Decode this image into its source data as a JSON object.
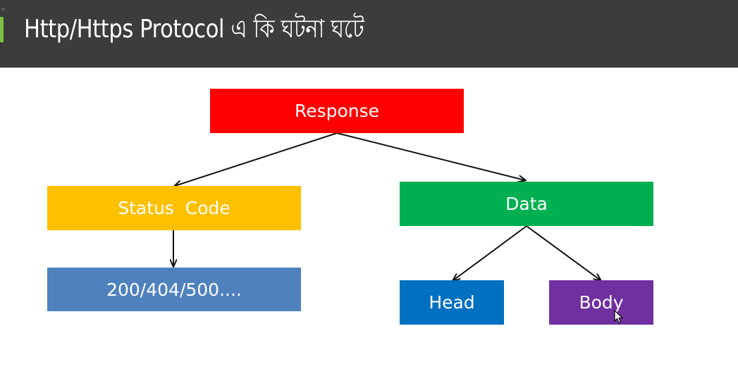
{
  "header": {
    "title": "Http/Https Protocol এ কি ঘটনা ঘটে",
    "tm_mark": "™",
    "background": "#3c3c3c",
    "accent_color": "#7bc043"
  },
  "diagram": {
    "nodes": {
      "response": {
        "label": "Response",
        "color": "#ff0000"
      },
      "status_code": {
        "label": "Status  Code",
        "color": "#ffc000"
      },
      "codes": {
        "label": "200/404/500....",
        "color": "#4f81bd"
      },
      "data": {
        "label": "Data",
        "color": "#00b050"
      },
      "head": {
        "label": "Head",
        "color": "#0070c0"
      },
      "body": {
        "label": "Body",
        "color": "#7030a0"
      }
    },
    "edges": [
      {
        "from": "response",
        "to": "status_code"
      },
      {
        "from": "response",
        "to": "data"
      },
      {
        "from": "status_code",
        "to": "codes"
      },
      {
        "from": "data",
        "to": "head"
      },
      {
        "from": "data",
        "to": "body"
      }
    ]
  },
  "cursor_icon": "mouse-pointer-icon"
}
